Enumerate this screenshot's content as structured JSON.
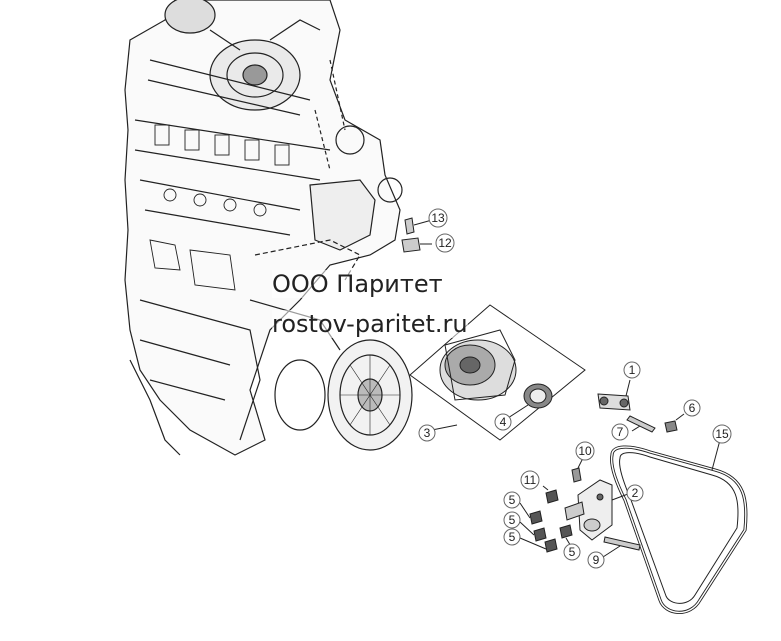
{
  "watermark": {
    "company": "ООО Паритет",
    "site": "rostov-paritet.ru"
  },
  "callouts": [
    "1",
    "2",
    "3",
    "4",
    "5",
    "5",
    "5",
    "5",
    "6",
    "7",
    "9",
    "10",
    "11",
    "12",
    "13",
    "15"
  ],
  "colors": {
    "line": "#222222",
    "shade": "#9a9a9a",
    "background": "#ffffff"
  }
}
